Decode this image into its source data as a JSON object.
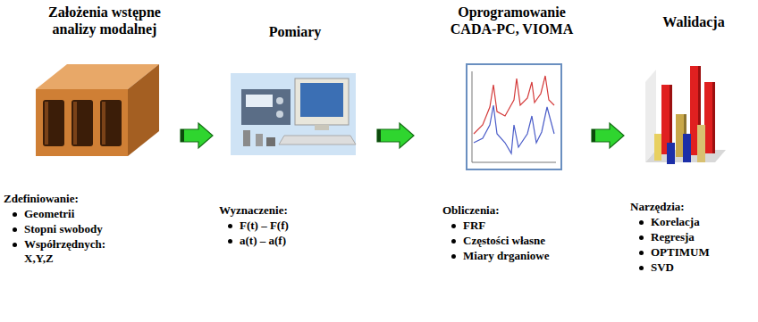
{
  "diagram": {
    "nodes": [
      {
        "text": [
          "Założenia wstępne analizy modalnej",
          "Zdefiniowanie:",
          "Geometrii",
          "Stopni swobody",
          "Współrzędnych: X,Y,Z"
        ]
      },
      {
        "text": [
          "Pomiary",
          "Wyznaczenie:",
          "F(t) – F(f)",
          "a(t) – a(f)"
        ]
      },
      {
        "text": [
          "Oprogramowanie CADA-PC, VIOMA",
          "Obliczenia:",
          "FRF",
          "Częstości własne",
          "Miary drganiowe"
        ]
      },
      {
        "text": [
          "Walidacja",
          "Narzędzia:",
          "Korelacja",
          "Regresja",
          "OPTIMUM",
          "SVD"
        ]
      }
    ],
    "edges": [
      {
        "from": 0,
        "to": 1,
        "arrow": "to"
      },
      {
        "from": 1,
        "to": 2,
        "arrow": "to"
      },
      {
        "from": 2,
        "to": 3,
        "arrow": "to"
      }
    ]
  }
}
